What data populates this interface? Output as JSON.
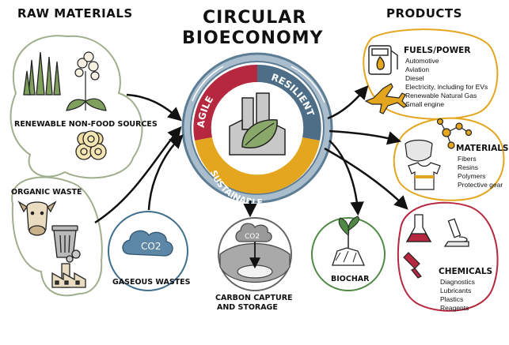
{
  "title": "CIRCULAR BIOECONOMY",
  "title_lines": [
    "CIRCULAR",
    "BIOECONOMY"
  ],
  "raw_materials": {
    "header": "RAW MATERIALS",
    "renewable": "RENEWABLE NON-FOOD SOURCES",
    "organic_waste": "ORGANIC WASTE",
    "gaseous": "GASEOUS WASTES",
    "co2": "CO2"
  },
  "center_ring": {
    "agile": "AGILE",
    "resilient": "RESILIENT",
    "sustainable": "SUSTAINABLE"
  },
  "carbon_capture": {
    "lines": [
      "CARBON CAPTURE",
      "AND STORAGE"
    ],
    "co2": "CO2"
  },
  "biochar": "BIOCHAR",
  "products": {
    "header": "PRODUCTS",
    "fuels": {
      "title": "FUELS/POWER",
      "items": [
        "Automotive",
        "Aviation",
        "Diesel",
        "Electricity, including for EVs",
        "Renewable Natural Gas",
        "Small engine"
      ]
    },
    "materials": {
      "title": "MATERIALS",
      "items": [
        "Fibers",
        "Resins",
        "Polymers",
        "Protective gear"
      ]
    },
    "chemicals": {
      "title": "CHEMICALS",
      "items": [
        "Diagnostics",
        "Lubricants",
        "Plastics",
        "Reagents"
      ]
    }
  },
  "colors": {
    "agile": "#b5283f",
    "resilient": "#4d6e86",
    "sustainable": "#e3a61e",
    "ring_outer": "#5d7d95",
    "raw_border": "#9fae8c",
    "gas_border": "#3f6f8c",
    "fuels_border": "#e3a61e",
    "materials_border": "#e3a61e",
    "chemicals_border": "#b5283f",
    "biochar_border": "#4f8a44",
    "ccs_border": "#666666"
  }
}
